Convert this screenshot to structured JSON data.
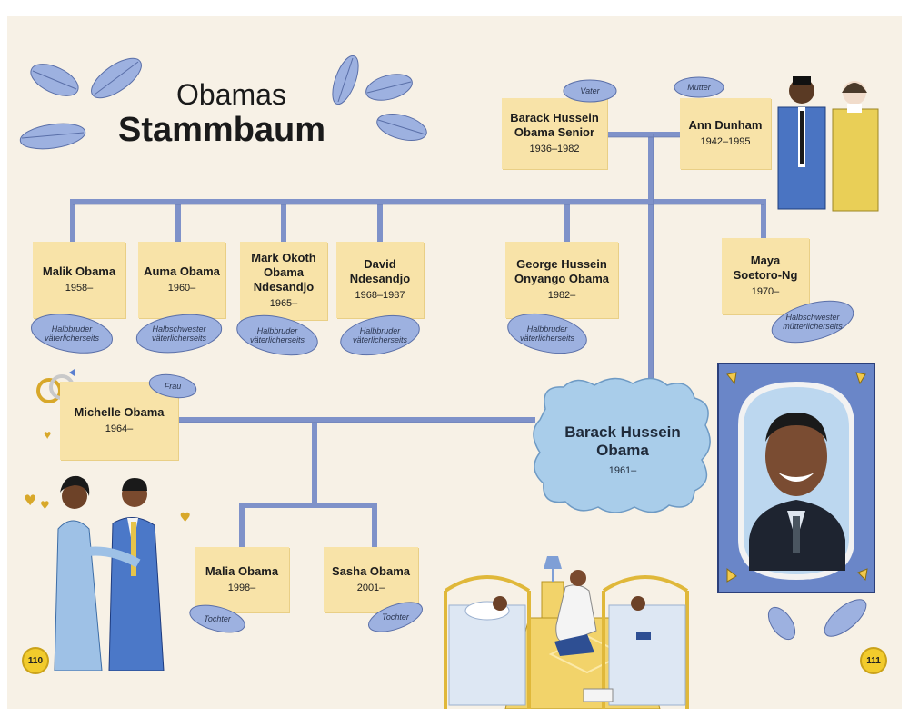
{
  "title": {
    "line1": "Obamas",
    "line2": "Stammbaum"
  },
  "parents": [
    {
      "name": "Barack Hussein Obama Senior",
      "years": "1936–1982",
      "role": "Vater"
    },
    {
      "name": "Ann Dunham",
      "years": "1942–1995",
      "role": "Mutter"
    }
  ],
  "siblings": [
    {
      "name": "Malik Obama",
      "years": "1958–",
      "relation": "Halbbruder väterlicherseits"
    },
    {
      "name": "Auma Obama",
      "years": "1960–",
      "relation": "Halbschwester väterlicherseits"
    },
    {
      "name": "Mark Okoth Obama Ndesandjo",
      "years": "1965–",
      "relation": "Halbbruder väterlicherseits"
    },
    {
      "name": "David Ndesandjo",
      "years": "1968–1987",
      "relation": "Halbbruder väterlicherseits"
    },
    {
      "name": "George Hussein Onyango Obama",
      "years": "1982–",
      "relation": "Halbbruder väterlicherseits"
    },
    {
      "name": "Maya Soetoro-Ng",
      "years": "1970–",
      "relation": "Halbschwester mütterlicherseits"
    }
  ],
  "main": {
    "name": "Barack Hussein Obama",
    "years": "1961–"
  },
  "spouse": {
    "name": "Michelle Obama",
    "years": "1964–",
    "role": "Frau"
  },
  "children": [
    {
      "name": "Malia Obama",
      "years": "1998–",
      "role": "Tochter"
    },
    {
      "name": "Sasha Obama",
      "years": "2001–",
      "role": "Tochter"
    }
  ],
  "page_numbers": {
    "left": "110",
    "right": "111"
  },
  "colors": {
    "line": "#7f92c9",
    "card": "#f8e3a8",
    "leaf": "#9db1e0",
    "cloud": "#a9cdea",
    "page_badge": "#f2cb2c"
  }
}
